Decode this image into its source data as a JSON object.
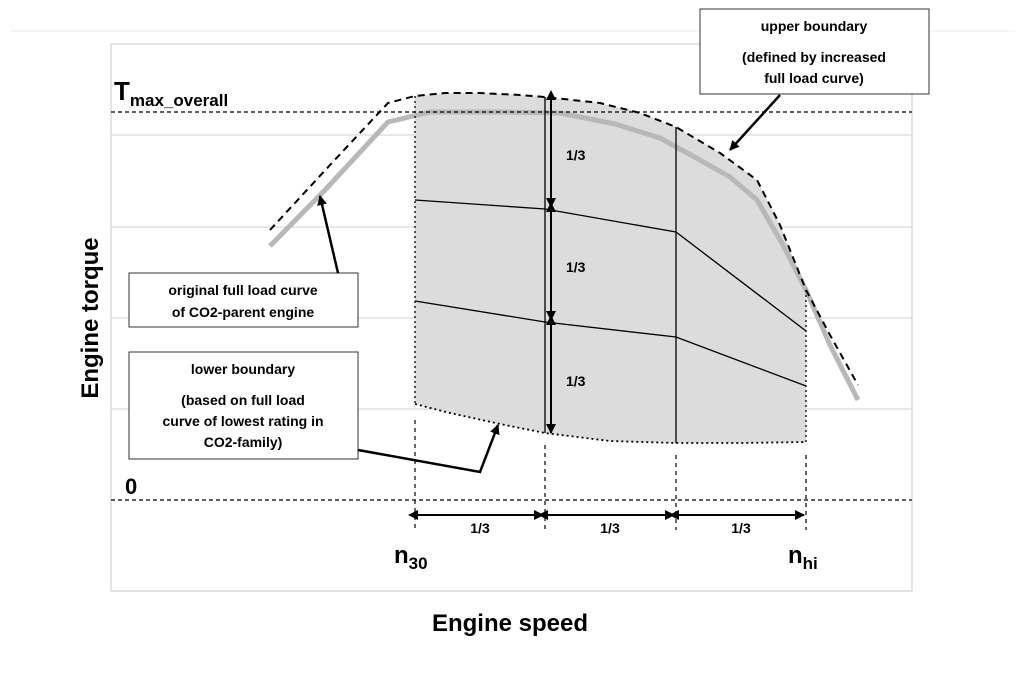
{
  "axes": {
    "x_label": "Engine speed",
    "y_label": "Engine torque",
    "y_top_label_main": "T",
    "y_top_label_sub": "max_overall",
    "y_zero_label": "0",
    "x_left_main": "n",
    "x_left_sub": "30",
    "x_right_main": "n",
    "x_right_sub": "hi"
  },
  "fractions": {
    "v1": "1/3",
    "v2": "1/3",
    "v3": "1/3",
    "h1": "1/3",
    "h2": "1/3",
    "h3": "1/3"
  },
  "annotations": {
    "upper": {
      "title": "upper boundary",
      "line1": "(defined by increased",
      "line2": "full load curve)"
    },
    "original": {
      "line1": "original full load curve",
      "line2": "of CO2-parent engine"
    },
    "lower": {
      "title": "lower boundary",
      "line1": "(based on full load",
      "line2": "curve of lowest rating in",
      "line3": "CO2-family)"
    }
  },
  "colors": {
    "shaded_area": "#dcdcdc",
    "original_curve": "#b8b8b8",
    "grid": "#d0d0d0",
    "lines": "#000000"
  }
}
